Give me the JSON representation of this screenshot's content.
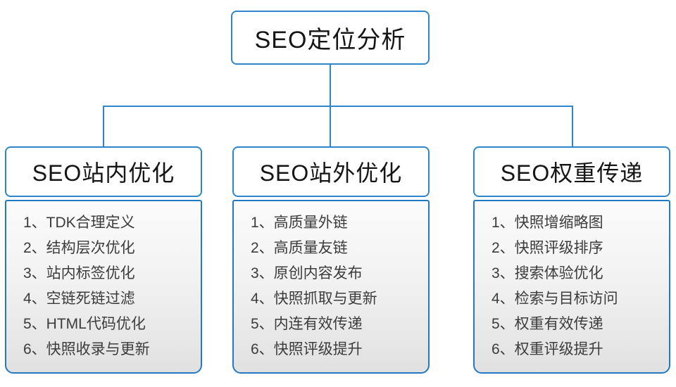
{
  "diagram_title": "SEO定位分析",
  "colors": {
    "accent_blue": "#2e86c8",
    "list_border_blue": "#2179c2",
    "list_gradient_top": "#fbfbfb",
    "list_gradient_bottom": "#e1e1e1",
    "heading_text": "#151515",
    "list_text": "#3c3c3c",
    "background": "#ffffff"
  },
  "root": {
    "title": "SEO定位分析"
  },
  "columns": [
    {
      "title": "SEO站内优化",
      "items": [
        "1、TDK合理定义",
        "2、结构层次优化",
        "3、站内标签优化",
        "4、空链死链过滤",
        "5、HTML代码优化",
        "6、快照收录与更新"
      ]
    },
    {
      "title": "SEO站外优化",
      "items": [
        "1、高质量外链",
        "2、高质量友链",
        "3、原创内容发布",
        "4、快照抓取与更新",
        "5、内连有效传递",
        "6、快照评级提升"
      ]
    },
    {
      "title": "SEO权重传递",
      "items": [
        "1、快照增缩略图",
        "2、快照评级排序",
        "3、搜索体验优化",
        "4、检索与目标访问",
        "5、权重有效传递",
        "6、权重评级提升"
      ]
    }
  ]
}
